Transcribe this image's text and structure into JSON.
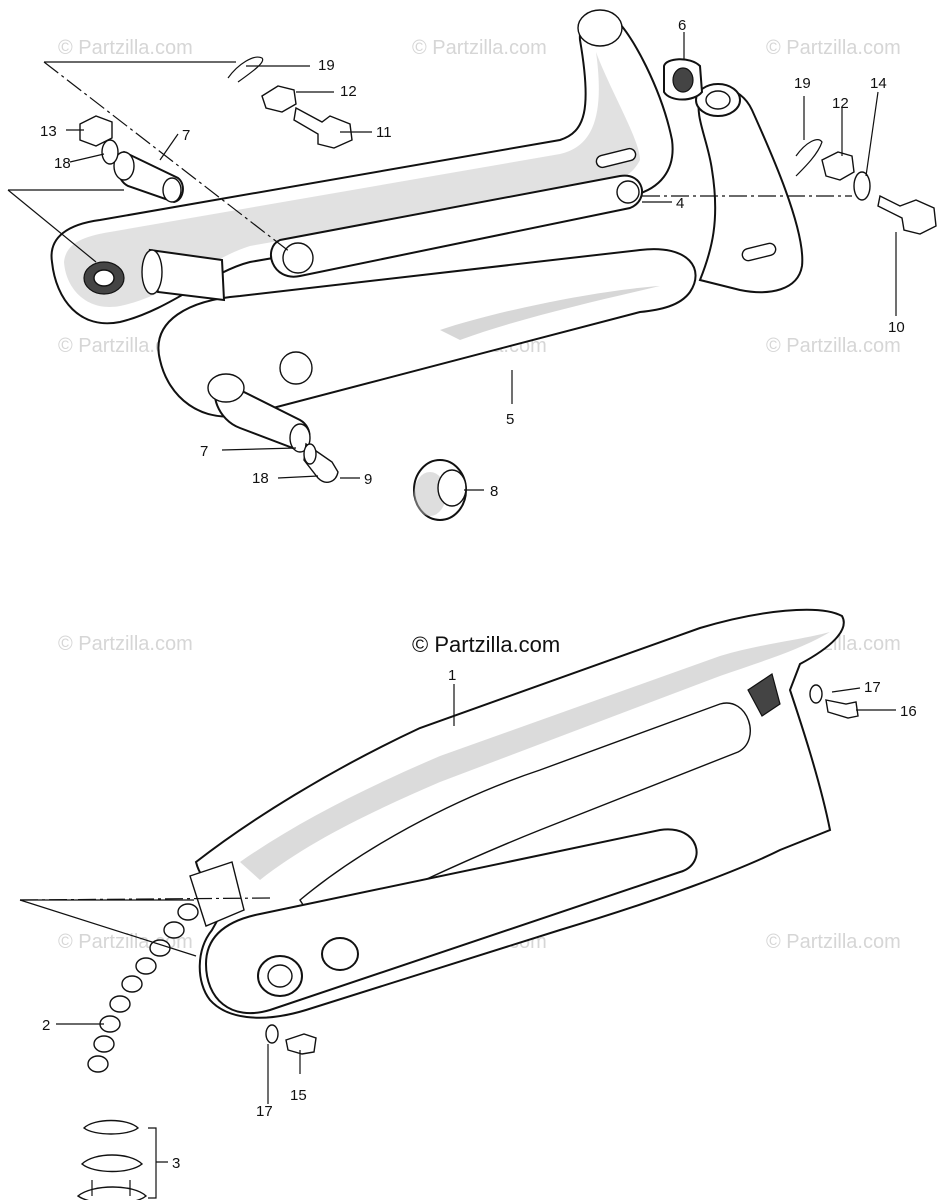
{
  "watermark": "© Partzilla.com",
  "brand_label": "© Partzilla.com",
  "callouts": [
    "19",
    "12",
    "11",
    "13",
    "7",
    "18",
    "6",
    "4",
    "19",
    "12",
    "14",
    "10",
    "5",
    "7",
    "18",
    "9",
    "8",
    "1",
    "17",
    "16",
    "2",
    "17",
    "15",
    "3"
  ],
  "footer": {
    "line1": "",
    "line2": ""
  }
}
